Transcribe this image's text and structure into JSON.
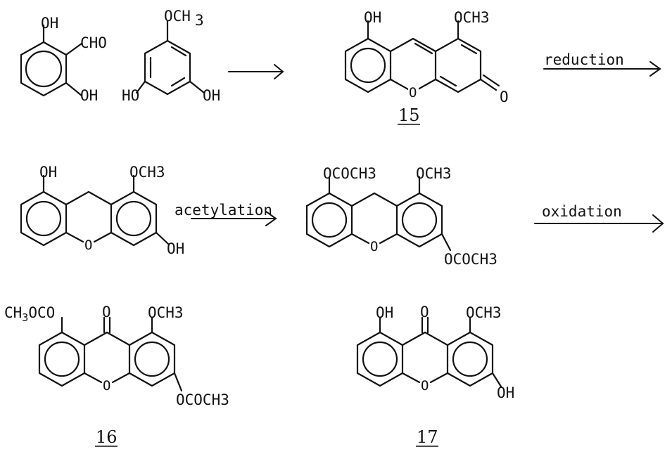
{
  "labels": {
    "oh": "OH",
    "cho": "CHO",
    "ho": "HO",
    "och3": "OCH3",
    "och_spaced": "OCH",
    "sub3": "3",
    "o": "O",
    "ring_o": "O",
    "ococh3": "OCOCH3",
    "ch3oco_a": "CH",
    "ch3oco_b": "OCO"
  },
  "conditions": {
    "reduction": "reduction",
    "acetylation": "acetylation",
    "oxidation": "oxidation"
  },
  "compound_numbers": {
    "c15": "15",
    "c16": "16",
    "c17": "17"
  },
  "colors": {
    "ink": "#111111",
    "background": "#ffffff"
  }
}
